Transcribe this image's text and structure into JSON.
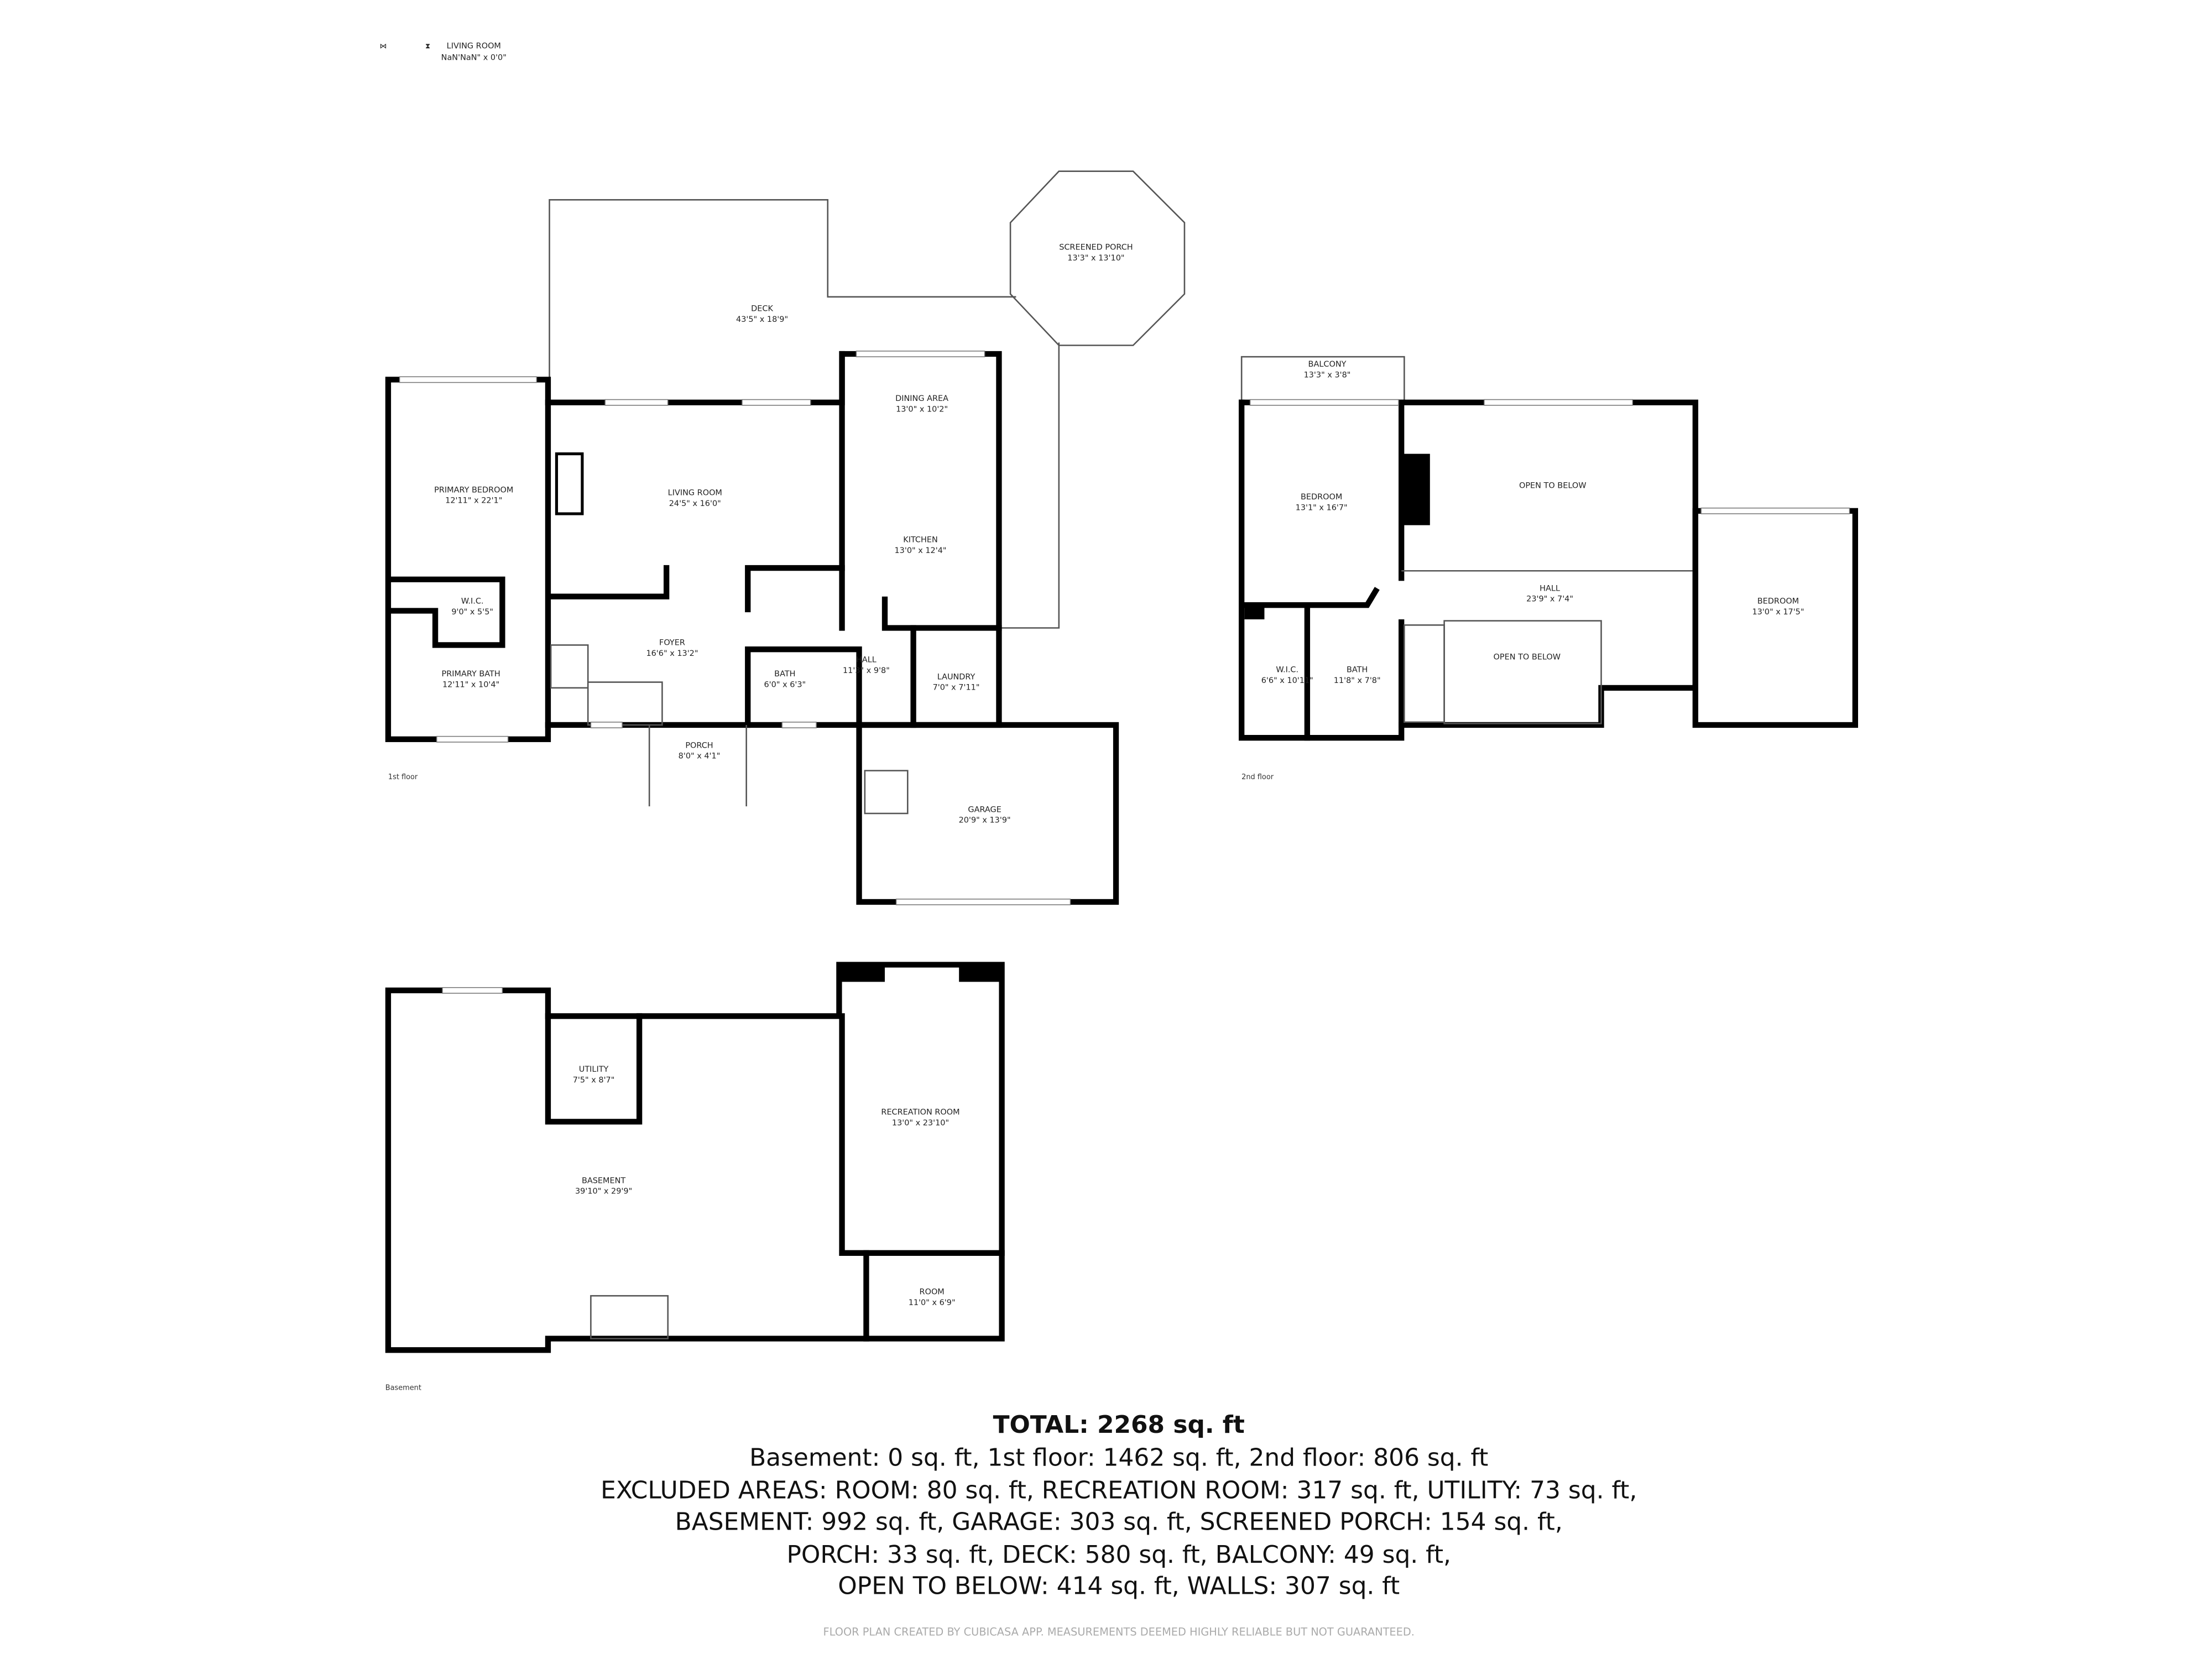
{
  "stray_label": {
    "name": "LIVING ROOM",
    "dims": "NaN'NaN\" x 0'0\""
  },
  "first_floor": {
    "label": "1st floor",
    "rooms": [
      {
        "name": "DECK",
        "dims": "43'5\" x 18'9\""
      },
      {
        "name": "SCREENED PORCH",
        "dims": "13'3\" x 13'10\""
      },
      {
        "name": "DINING AREA",
        "dims": "13'0\" x 10'2\""
      },
      {
        "name": "PRIMARY BEDROOM",
        "dims": "12'11\" x 22'1\""
      },
      {
        "name": "LIVING ROOM",
        "dims": "24'5\" x 16'0\""
      },
      {
        "name": "KITCHEN",
        "dims": "13'0\" x 12'4\""
      },
      {
        "name": "W.I.C.",
        "dims": "9'0\" x 5'5\""
      },
      {
        "name": "FOYER",
        "dims": "16'6\" x 13'2\""
      },
      {
        "name": "PRIMARY BATH",
        "dims": "12'11\" x 10'4\""
      },
      {
        "name": "BATH",
        "dims": "6'0\" x 6'3\""
      },
      {
        "name": "HALL",
        "dims": "11'3\" x 9'8\""
      },
      {
        "name": "LAUNDRY",
        "dims": "7'0\" x 7'11\""
      },
      {
        "name": "PORCH",
        "dims": "8'0\" x 4'1\""
      },
      {
        "name": "GARAGE",
        "dims": "20'9\" x 13'9\""
      }
    ]
  },
  "second_floor": {
    "label": "2nd floor",
    "rooms": [
      {
        "name": "BALCONY",
        "dims": "13'3\" x 3'8\""
      },
      {
        "name": "BEDROOM",
        "dims": "13'1\" x 16'7\""
      },
      {
        "name": "OPEN TO BELOW",
        "dims": ""
      },
      {
        "name": "HALL",
        "dims": "23'9\" x 7'4\""
      },
      {
        "name": "BEDROOM",
        "dims": "13'0\" x 17'5\""
      },
      {
        "name": "OPEN TO BELOW",
        "dims": ""
      },
      {
        "name": "W.I.C.",
        "dims": "6'6\" x 10'11\""
      },
      {
        "name": "BATH",
        "dims": "11'8\" x 7'8\""
      }
    ]
  },
  "basement": {
    "label": "Basement",
    "rooms": [
      {
        "name": "UTILITY",
        "dims": "7'5\" x 8'7\""
      },
      {
        "name": "RECREATION ROOM",
        "dims": "13'0\" x 23'10\""
      },
      {
        "name": "BASEMENT",
        "dims": "39'10\" x 29'9\""
      },
      {
        "name": "ROOM",
        "dims": "11'0\" x 6'9\""
      }
    ]
  },
  "summary": {
    "total": "TOTAL: 2268 sq. ft",
    "lines": [
      "Basement: 0 sq. ft, 1st floor: 1462 sq. ft, 2nd floor: 806 sq. ft",
      "EXCLUDED AREAS: ROOM: 80 sq. ft, RECREATION ROOM: 317 sq. ft, UTILITY: 73 sq. ft,",
      "BASEMENT: 992 sq. ft, GARAGE: 303 sq. ft, SCREENED PORCH: 154 sq. ft,",
      "PORCH: 33 sq. ft, DECK: 580 sq. ft, BALCONY: 49 sq. ft,",
      "OPEN TO BELOW: 414 sq. ft, WALLS: 307 sq. ft"
    ]
  },
  "footer": "FLOOR PLAN CREATED BY CUBICASA APP. MEASUREMENTS DEEMED HIGHLY RELIABLE BUT NOT GUARANTEED."
}
